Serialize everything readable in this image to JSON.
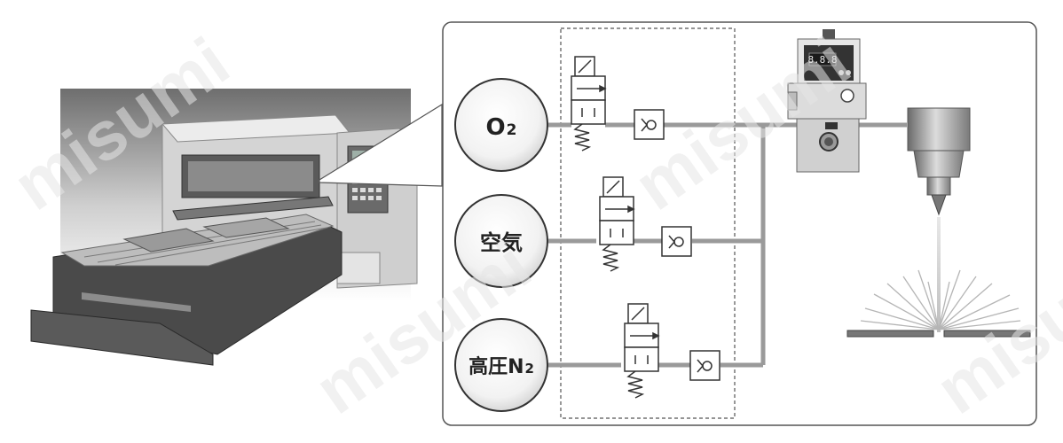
{
  "watermark": "misumi",
  "gases": [
    {
      "base": "O",
      "sub": "2"
    },
    {
      "base": "空気",
      "sub": ""
    },
    {
      "base": "高圧N",
      "sub": "2"
    }
  ],
  "regulator": {
    "display": "8.8.8"
  },
  "colors": {
    "pipe": "#9a9a9a",
    "panel_border": "#555555",
    "symbol_stroke": "#333333",
    "machine_dark": "#4a4a4a",
    "machine_light": "#d9d9d9"
  }
}
